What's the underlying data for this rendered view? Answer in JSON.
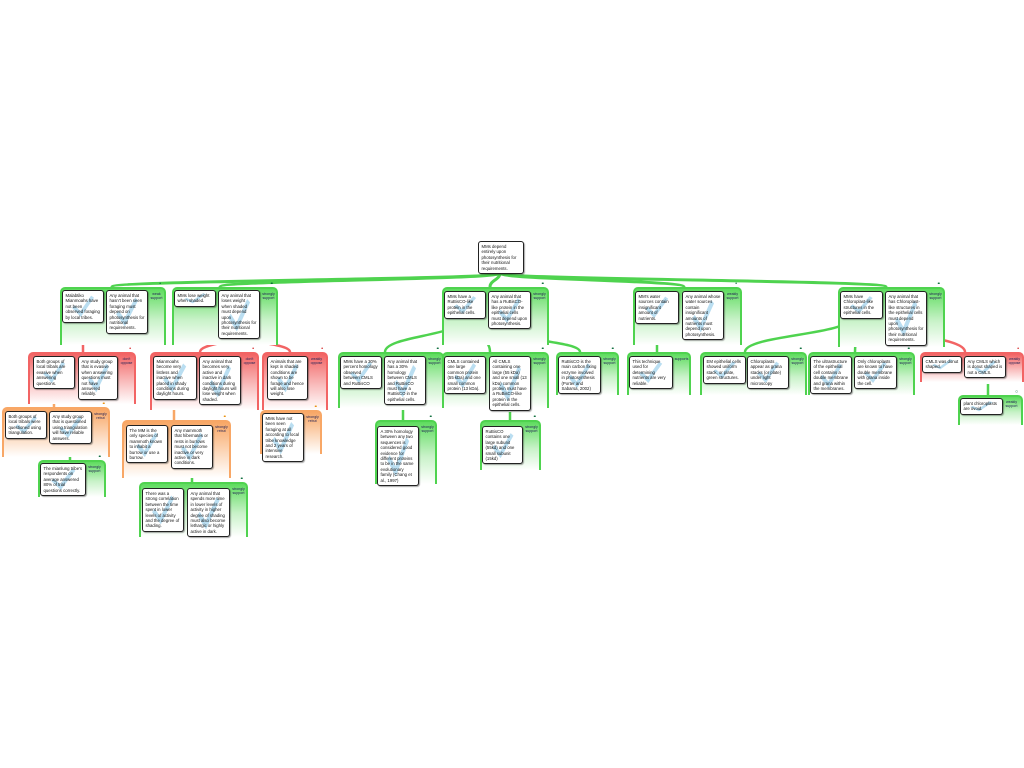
{
  "root": {
    "text": "MMs depend entirely upon photosynthesis for their nutritional requirements."
  },
  "groups": [
    {
      "id": "g1",
      "type": "support",
      "label": "weak support",
      "dots": "•",
      "claims": [
        "Malabtiko Mianmoahs have not been observed foraging by local tribes.",
        "Any animal that hasn't been seen foraging must depend on photosynthesis for nutritional requirements."
      ]
    },
    {
      "id": "g2",
      "type": "support",
      "label": "strongly support",
      "dots": "••",
      "claims": [
        "MMs lose weight when shaded.",
        "Any animal that loses weight when shaded must depend upon photosynthesis for their nutritional requirements."
      ]
    },
    {
      "id": "g3",
      "type": "support",
      "label": "strongly support",
      "dots": "••",
      "claims": [
        "MMs have a RuBisCO-like protein in the epithelial cells.",
        "Any animal that has a RuBisCO-like protein in the epithelial cells must depend upon photosynthesis."
      ]
    },
    {
      "id": "g4",
      "type": "support",
      "label": "weakly support",
      "dots": "•",
      "claims": [
        "MM's water sources contain insignificant amount of nutrients.",
        "Any animal whose water sources contain insignificant amounts of nutrients must depend upon photosynthesis."
      ]
    },
    {
      "id": "g5",
      "type": "support",
      "label": "strongly support",
      "dots": "••",
      "claims": [
        "MMs have Chloroplast-like structures in the epithelial cells.",
        "Any animal that has Chloroplast-like structures in the epithelial cells must depend upon photosynthesis for their nutritional requirements."
      ]
    },
    {
      "id": "g1a",
      "type": "oppose",
      "label": "don't oppose",
      "dots": "•",
      "claims": [
        "Both groups of local tribals are evasive when answering questions.",
        "Any study group that is evasive when answering questions must not have answered reliably."
      ]
    },
    {
      "id": "g1ai",
      "type": "rebut",
      "label": "strongly rebut",
      "dots": "••",
      "claims": [
        "Both groups of local tribals were questioned using triangulation.",
        "Any study group that is questioned using triangulation will have reliable answers."
      ]
    },
    {
      "id": "g1aia",
      "type": "support",
      "label": "strongly support",
      "dots": "••",
      "claims": [
        "The mianlung tribe's respondents on average answered 80% of trial questions correctly."
      ]
    },
    {
      "id": "g2a",
      "type": "oppose",
      "label": "don't oppose",
      "dots": "•",
      "claims": [
        "Mianmoahs become very listless and inactive when placed in shady conditions during daylight hours.",
        "Any animal that becomes very active and inactive in dark conditions during daylight hours will lose weight when shaded."
      ]
    },
    {
      "id": "g2ai",
      "type": "rebut",
      "label": "strongly rebut",
      "dots": "••",
      "claims": [
        "The MM is the only species of mammoth known to inhabit a burrow or use a burrow.",
        "Any mammoth that hibernates or rests in burrows must not become inactive or very active in dark conditions."
      ]
    },
    {
      "id": "g2aia",
      "type": "support",
      "label": "strongly support",
      "dots": "••",
      "claims": [
        "There was a strong correlation between the time spent in lower levels of activity and the degree of shading.",
        "Any animal that spends more time in lower levels of activity in higher degree of shading must also become lethargic or highly active in dark."
      ]
    },
    {
      "id": "g2b",
      "type": "oppose",
      "label": "weakly oppose",
      "dots": "•",
      "claims": [
        "Animals that are kept in shaded conditions are shown to be forage and hence will also lose weight."
      ]
    },
    {
      "id": "g2bi",
      "type": "rebut",
      "label": "strongly rebut",
      "dots": "••",
      "claims": [
        "MMs have not been seen foraging at all according to local tribe knowledge and 2 years of intensive research."
      ]
    },
    {
      "id": "g3a",
      "type": "support",
      "label": "strongly support",
      "dots": "••",
      "claims": [
        "MMs have a 30% percent homology observed between CMLS and RuBisCO",
        "Any animal that has a 30% homology between CMLS and RuBisCO must have a RuBisCO in the epithelial cells."
      ]
    },
    {
      "id": "g3ai",
      "type": "support",
      "label": "strongly support",
      "dots": "••",
      "claims": [
        "A 30% homology between any two sequences is considered good evidence for different proteins to be in the same evolutionary family (Chang et al., 1997)"
      ]
    },
    {
      "id": "g3b",
      "type": "support",
      "label": "strongly support",
      "dots": "••",
      "claims": [
        "CMLS contained one large common protein (55 kDa) and one small common protein (13 kDa).",
        "All CMLS containing one large (55 kDa) and one small (13 kDa) common protein must have a RuBisCO-like protein in the epithelial cells."
      ]
    },
    {
      "id": "g3bi",
      "type": "support",
      "label": "strongly support",
      "dots": "••",
      "claims": [
        "RuBisCO contains one large subunit (55kd) and one small subunit (15kd)"
      ]
    },
    {
      "id": "g3c",
      "type": "support",
      "label": "strongly support",
      "dots": "••",
      "claims": [
        "RuBisCO is the main carbon fixing enzyme involved in photosynthesis (Porter and Sabarsa, 2002)"
      ]
    },
    {
      "id": "g4a",
      "type": "support",
      "label": "supports",
      "dots": "",
      "claims": [
        "This technique used for determining nutrients are very reliable."
      ]
    },
    {
      "id": "g5a",
      "type": "support",
      "label": "strongly support",
      "dots": "••",
      "claims": [
        "EM epithelial cells showed uniform stack, or plate, green structures.",
        "Chloroplasts appear as grana stacks (or plate) under light microscopy"
      ]
    },
    {
      "id": "g5b",
      "type": "support",
      "label": "strongly support",
      "dots": "••",
      "claims": [
        "The ultrastructure of the epithelial cell contains a double membrane and grana within the membranes.",
        "Only chloroplasts are known to have double membrane with grana inside the cell."
      ]
    },
    {
      "id": "g5c",
      "type": "oppose",
      "label": "weakly oppose",
      "dots": "•",
      "claims": [
        "CMLS was donut shaped.",
        "Any CMLS which is donut shaped is not a CMLS."
      ]
    },
    {
      "id": "g5ci",
      "type": "support",
      "label": "weakly support",
      "dots": "○",
      "claims": [
        "plant chloroplasts are ovoid."
      ]
    }
  ],
  "colors": {
    "support": "#4fd34f",
    "oppose": "#f26464",
    "rebut": "#f8a766",
    "check": "#8cc8e8"
  }
}
